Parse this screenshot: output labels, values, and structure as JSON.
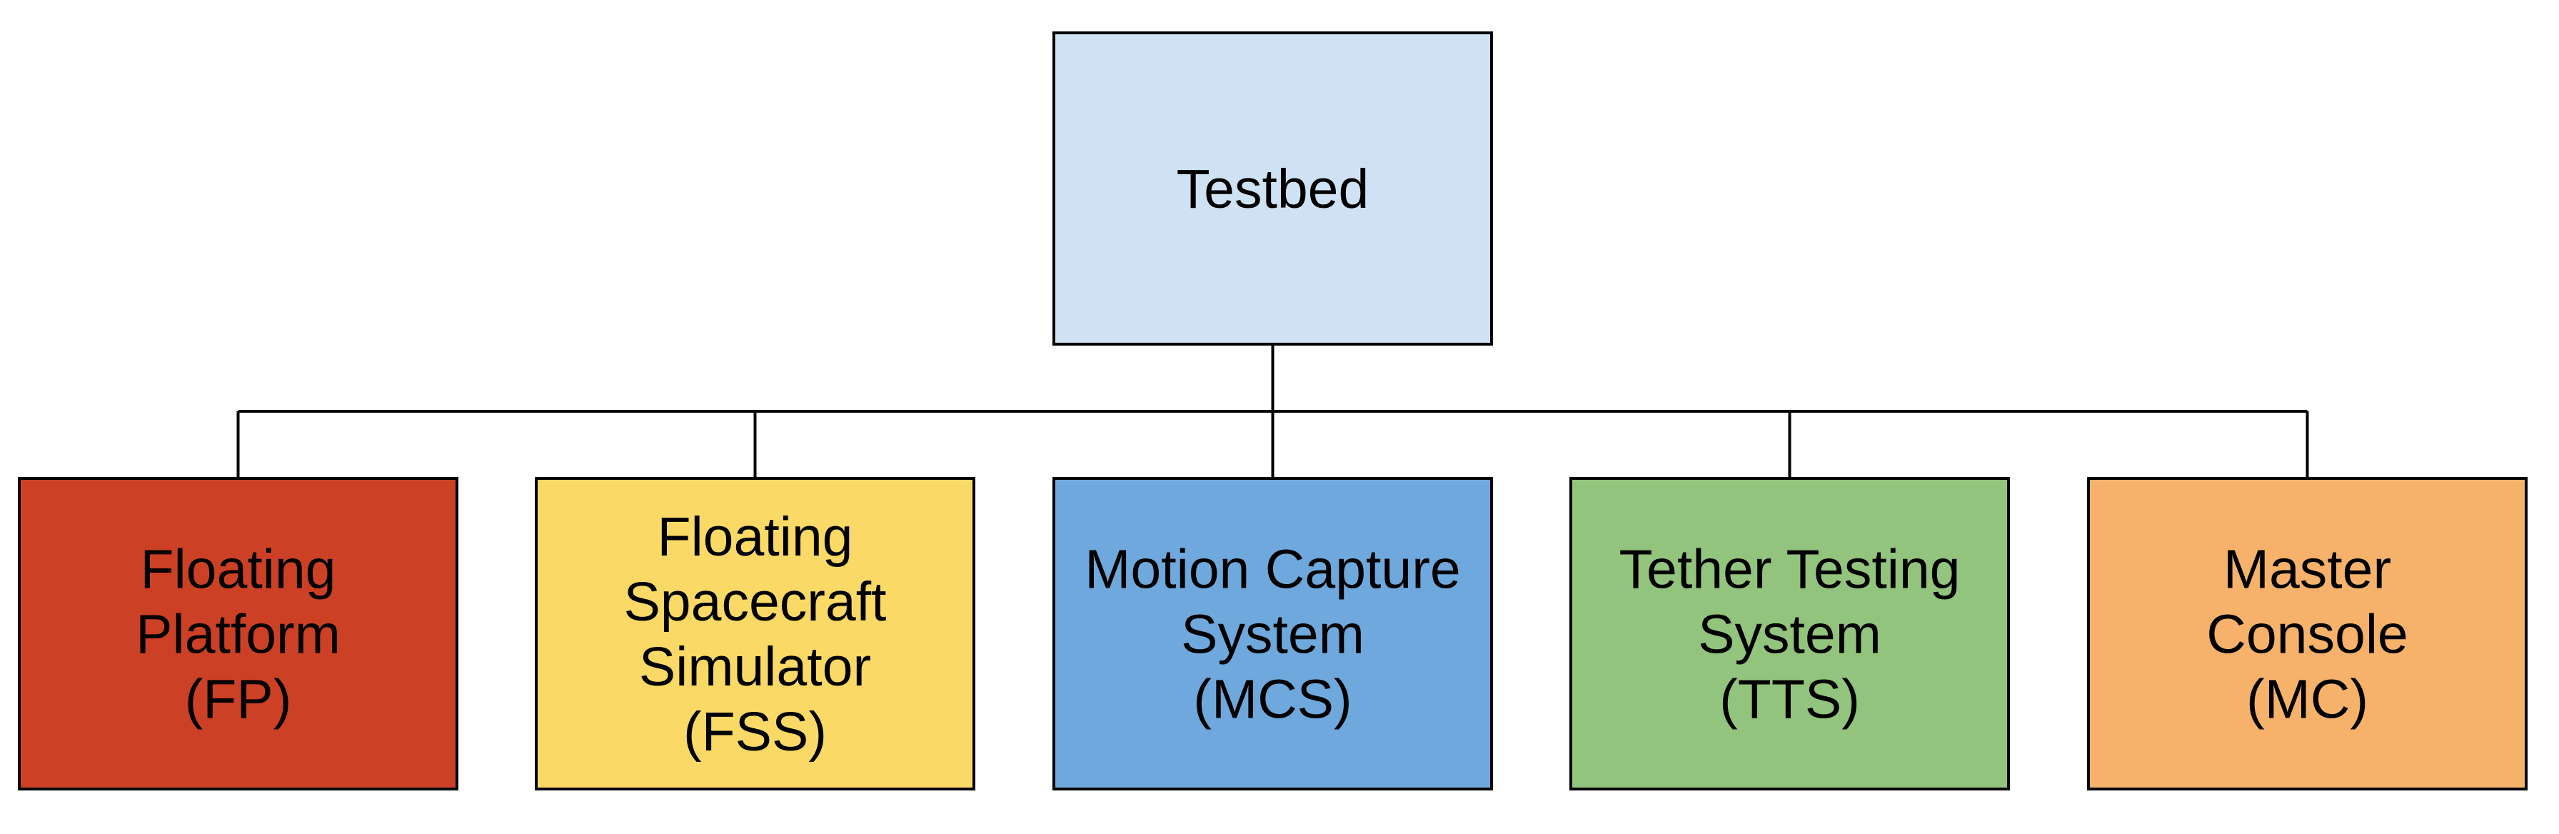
{
  "diagram": {
    "root": {
      "lines": [
        "Testbed"
      ],
      "fill": "#cfe2f3"
    },
    "children": [
      {
        "lines": [
          "Floating",
          "Platform",
          "(FP)"
        ],
        "fill": "#cc4125"
      },
      {
        "lines": [
          "Floating",
          "Spacecraft",
          "Simulator",
          "(FSS)"
        ],
        "fill": "#fad966"
      },
      {
        "lines": [
          "Motion Capture",
          "System",
          "(MCS)"
        ],
        "fill": "#6fa8dc"
      },
      {
        "lines": [
          "Tether Testing",
          "System",
          "(TTS)"
        ],
        "fill": "#93c47d"
      },
      {
        "lines": [
          "Master",
          "Console",
          "(MC)"
        ],
        "fill": "#f6b26b"
      }
    ]
  }
}
